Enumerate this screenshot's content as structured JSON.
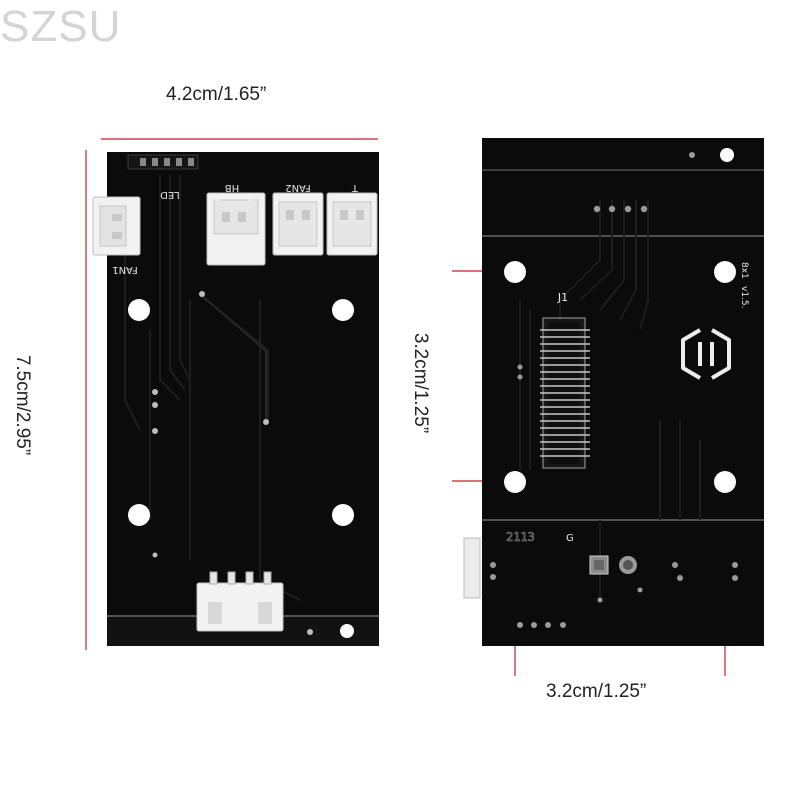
{
  "watermark": "SZSU",
  "dimensions": {
    "width_top": "4.2cm/1.65”",
    "height_left": "7.5cm/2.95”",
    "hole_vertical": "3.2cm/1.25”",
    "hole_horizontal": "3.2cm/1.25”"
  },
  "left_board": {
    "labels": {
      "led": "LED",
      "hb": "HB",
      "fan2": "FAN2",
      "t": "T",
      "fan1": "FAN1",
      "plus": "+",
      "minus": "−"
    }
  },
  "right_board": {
    "labels": {
      "j1": "J1",
      "version_a": "8x1",
      "version_b": "v1.5.",
      "g": "G",
      "digits": "2113"
    }
  },
  "colors": {
    "pcb": "#0b0b0b",
    "dimension_line": "#c0202a",
    "connector": "#f2f2f2",
    "silkscreen": "#e8e8e8"
  }
}
